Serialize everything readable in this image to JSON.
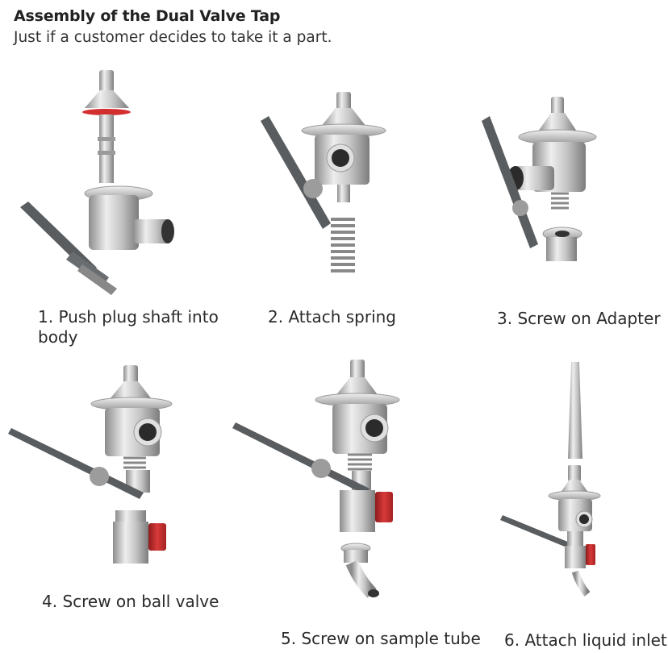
{
  "header": {
    "title": "Assembly of the Dual Valve Tap",
    "subtitle": "Just if a customer decides to take it a part."
  },
  "steps": [
    {
      "caption": "1. Push plug shaft into body",
      "image": "exploded-body-and-plug-illustration"
    },
    {
      "caption": "2. Attach spring",
      "image": "spring-attachment-illustration"
    },
    {
      "caption": "3. Screw on Adapter",
      "image": "adapter-attachment-illustration"
    },
    {
      "caption": "4. Screw on ball valve",
      "image": "ball-valve-attachment-illustration"
    },
    {
      "caption": "5. Screw on sample tube",
      "image": "sample-tube-attachment-illustration"
    },
    {
      "caption": "6. Attach liquid inlet",
      "image": "liquid-inlet-attachment-illustration"
    }
  ],
  "colors": {
    "steel_light": "#e6e6e6",
    "steel_mid": "#b8b8b8",
    "steel_dark": "#7a7a7a",
    "handle": "#5a5d60",
    "valve_red": "#c62828",
    "o_ring_red": "#d32f2f"
  }
}
